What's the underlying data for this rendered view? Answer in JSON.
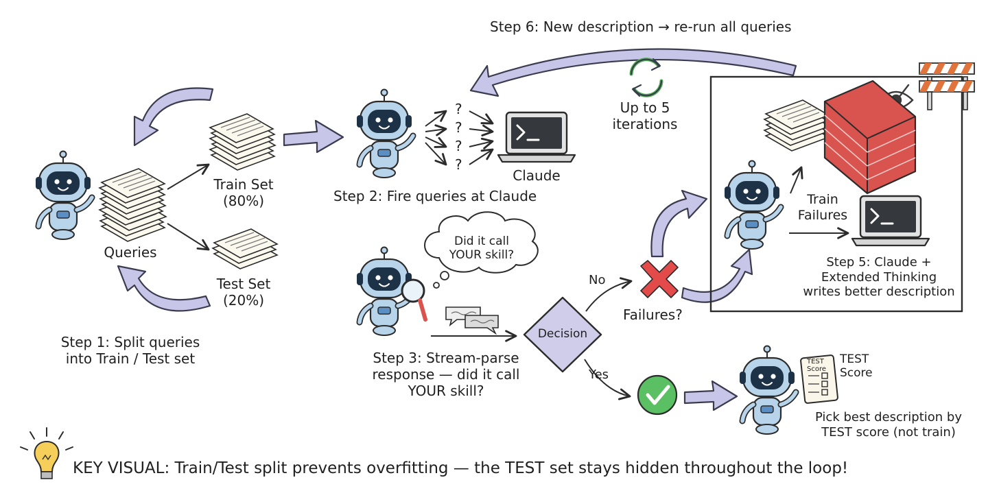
{
  "step6": "Step 6: New description → re-run all queries",
  "iterations": [
    "Up to 5",
    "iterations"
  ],
  "queries_label": "Queries",
  "train_set": [
    "Train Set",
    "(80%)"
  ],
  "test_set": [
    "Test Set",
    "(20%)"
  ],
  "step1": [
    "Step 1: Split queries",
    "into Train / Test set"
  ],
  "claude_label": "Claude",
  "question_mark": "?",
  "step2": "Step 2: Fire queries at Claude",
  "thought": [
    "Did it call",
    "YOUR skill?"
  ],
  "step3": [
    "Step 3: Stream-parse",
    "response — did it call",
    "YOUR skill?"
  ],
  "decision": "Decision",
  "no_label": "No",
  "yes_label": "Yes",
  "failures": "Failures?",
  "train_failures": [
    "Train",
    "Failures"
  ],
  "step5": [
    "Step 5: Claude +",
    "Extended Thinking",
    "writes better description"
  ],
  "test_score_label": [
    "TEST",
    "Score"
  ],
  "clipboard_text": [
    "TEST",
    "Score"
  ],
  "pick_best": [
    "Pick best description by",
    "TEST score (not train)"
  ],
  "key_visual": "KEY VISUAL: Train/Test split prevents overfitting — the TEST set stays hidden throughout the loop!",
  "colors": {
    "robot_body": "#b7d4ea",
    "robot_face": "#1e3247",
    "arrow_fill": "#c7c6e8",
    "arrow_stroke": "#3b3b4f",
    "brick": "#d9534f",
    "fail_red": "#e34b4b",
    "success_green": "#5bbf63",
    "decision_fill": "#cfcdea",
    "terminal_screen": "#35383d"
  },
  "icons": [
    "robot-icon",
    "paper-stack-icon",
    "laptop-terminal-icon",
    "brick-wall-icon",
    "barrier-icon",
    "hidden-eye-icon",
    "magnifier-icon",
    "refresh-icon",
    "x-mark-icon",
    "check-icon",
    "clipboard-icon",
    "lightbulb-icon",
    "chat-bubbles-icon"
  ]
}
